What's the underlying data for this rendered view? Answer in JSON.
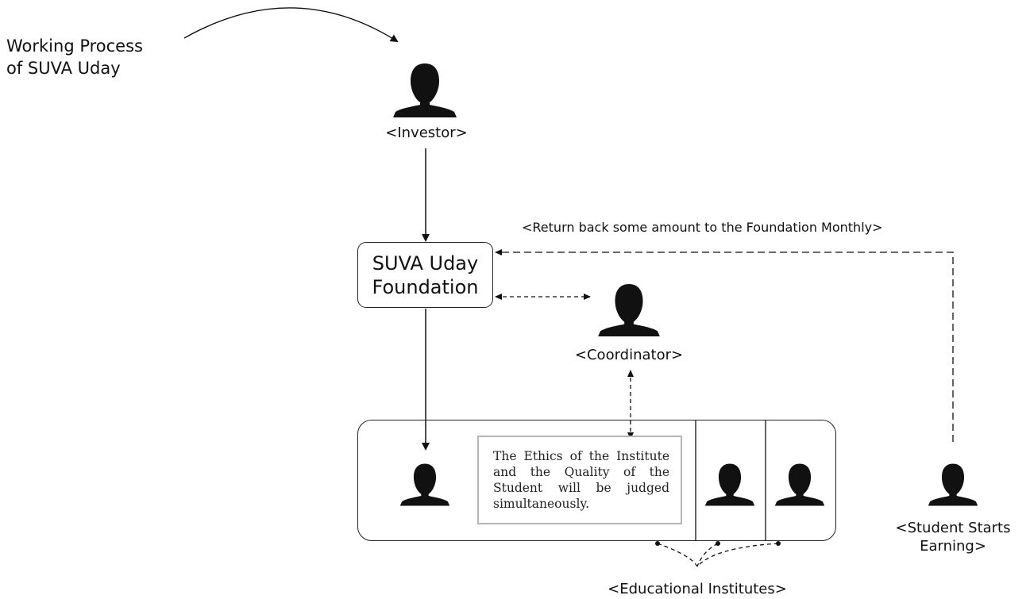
{
  "title": {
    "line1": "Working Process",
    "line2": "of SUVA Uday"
  },
  "investor": {
    "label": "<Investor>",
    "icon": "person-silhouette-icon"
  },
  "foundation": {
    "line1": "SUVA Uday",
    "line2": "Foundation"
  },
  "coordinator": {
    "label": "<Coordinator>",
    "icon": "person-silhouette-icon"
  },
  "return_flow": {
    "label": "<Return back some amount to the Foundation Monthly>"
  },
  "institutes": {
    "ethics_note": "The Ethics of the Institute and the Quality of the Student will be judged simultaneously.",
    "label": "<Educational Institutes>",
    "student_icons": [
      "person-silhouette-icon",
      "person-silhouette-icon",
      "person-silhouette-icon"
    ]
  },
  "earning_student": {
    "line1": "<Student Starts",
    "line2": "Earning>",
    "icon": "person-silhouette-icon"
  },
  "colors": {
    "ink": "#111111",
    "note_border": "#b5b5b5",
    "background": "#ffffff"
  }
}
